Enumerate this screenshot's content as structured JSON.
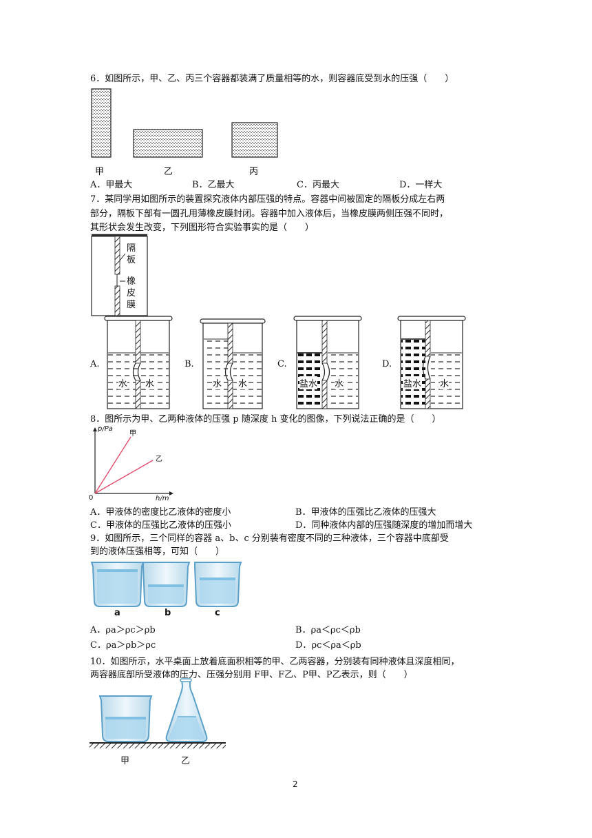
{
  "page_number": "2",
  "q6": {
    "stem": "6．如图所示，甲、乙、丙三个容器都装满了质量相等的水，则容器底受到水的压强（　　）",
    "labels": [
      "甲",
      "乙",
      "丙"
    ],
    "options": [
      "A．甲最大",
      "B．乙最大",
      "C．丙最大",
      "D．一样大"
    ]
  },
  "q7": {
    "stem_lines": [
      "7．某同学用如图所示的装置探究液体内部压强的特点。容器中间被固定的隔板分成左右两",
      "部分，隔板下部有一圆孔用薄橡皮膜封闭。容器中加入液体后，当橡皮膜两侧压强不同时，",
      "其形状会发生改变，下列图形符合实验事实的是（　　）"
    ],
    "diagram_labels": [
      "隔",
      "板",
      "橡",
      "皮",
      "膜"
    ],
    "options": [
      "A.",
      "B.",
      "C.",
      "D."
    ],
    "liquid_labels": {
      "A": [
        "水",
        "水"
      ],
      "B": [
        "水",
        "水"
      ],
      "C": [
        "盐水",
        "水"
      ],
      "D": [
        "盐水",
        "水"
      ]
    }
  },
  "q8": {
    "stem": "8．图所示为甲、乙两种液体的压强 p 随深度 h 变化的图像，下列说法正确的是（　　）",
    "graph": {
      "y_axis": "p/Pa",
      "x_axis": "h/m",
      "origin": "0",
      "line1": "甲",
      "line2": "乙"
    },
    "options": [
      "A．甲液体的密度比乙液体的密度小",
      "B．甲液体的压强比乙液体的压强大",
      "C．甲液体的压强比乙液体的压强小",
      "D．同种液体内部的压强随深度的增加而增大"
    ]
  },
  "q9": {
    "stem_lines": [
      "9．如图所示，三个同样的容器 a、b、c 分别装有密度不同的三种液体，三个容器中底部受",
      "到的液体压强相等，可知（　　）"
    ],
    "labels": [
      "a",
      "b",
      "c"
    ],
    "options": [
      {
        "prefix": "A．",
        "text": "ρa＞ρc＞ρb"
      },
      {
        "prefix": "B．",
        "text": "ρa＜ρc＜ρb"
      },
      {
        "prefix": "C．",
        "text": "ρa＞ρb＞ρc"
      },
      {
        "prefix": "D．",
        "text": "ρc＜ρa＜ρb"
      }
    ]
  },
  "q10": {
    "stem_lines": [
      "10．如图所示，水平桌面上放着底面积相等的甲、乙两容器，分别装有同种液体且深度相同，",
      "两容器底部所受液体的压力、压强分别用 F甲、F乙、P甲、P乙表示，则（　　）"
    ],
    "labels": [
      "甲",
      "乙"
    ]
  },
  "colors": {
    "water_light": "#cfe9f5",
    "water_dark": "#a9d6ee",
    "text": "#111111"
  }
}
